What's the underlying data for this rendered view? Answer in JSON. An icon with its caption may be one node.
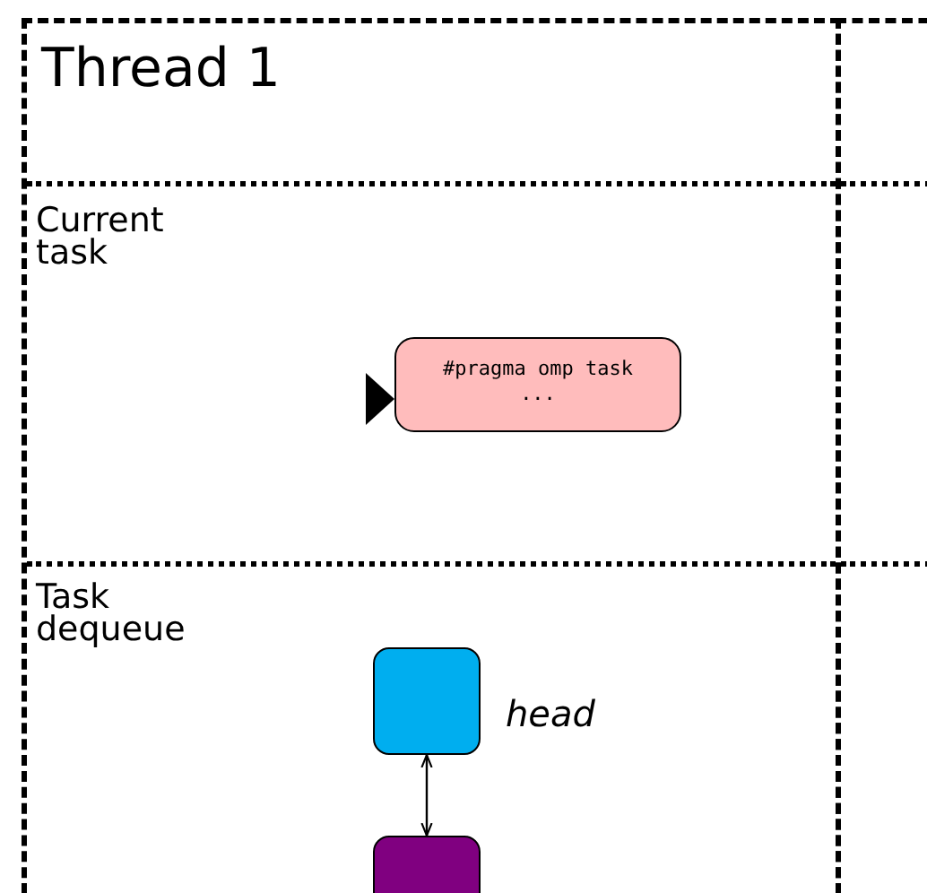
{
  "diagram": {
    "nodes": [
      {
        "text": [
          "Thread 1"
        ]
      },
      {
        "text": [
          "Current task"
        ],
        "in": 0
      },
      {
        "text": [
          "#pragma omp task ..."
        ],
        "in": 1
      },
      {
        "text": [
          "Task dequeue"
        ],
        "in": 0
      },
      {
        "text": [],
        "shape": "box",
        "beside": [
          "head"
        ],
        "in": 3
      },
      {
        "text": [],
        "shape": "box",
        "in": 3
      },
      {
        "text": [],
        "shape": "box"
      }
    ],
    "edges": [
      {
        "from": 4,
        "to": 5,
        "arrow": "both"
      }
    ]
  }
}
